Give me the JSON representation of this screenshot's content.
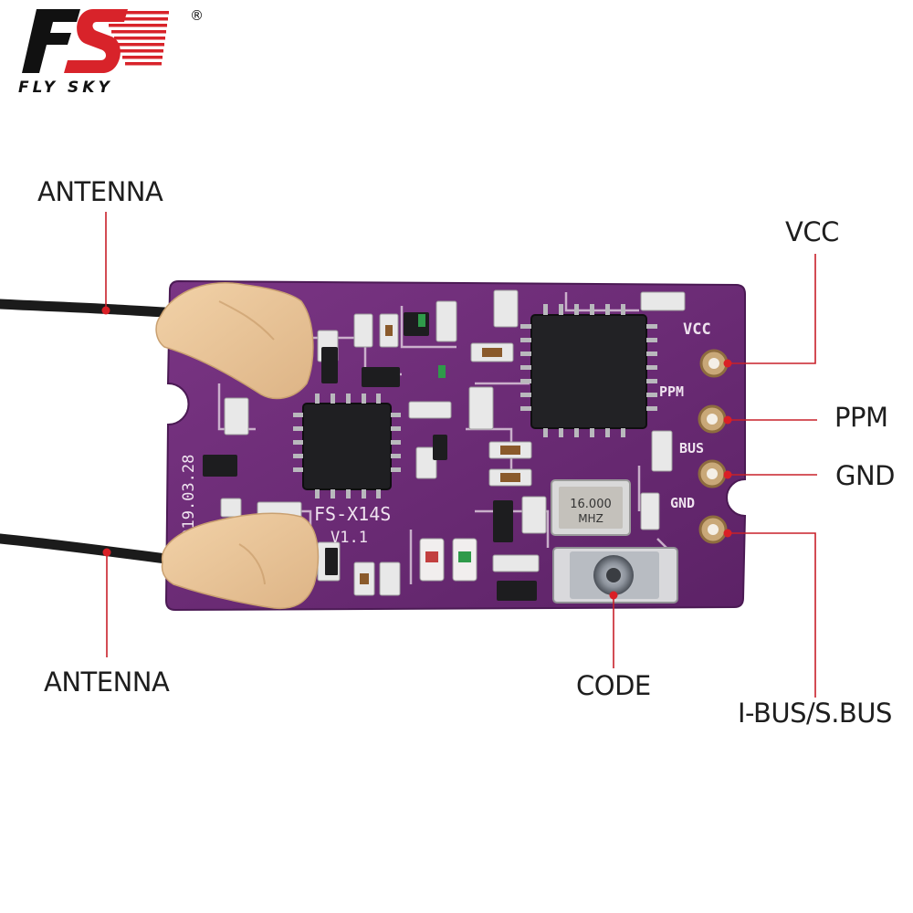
{
  "logo": {
    "brand_text": "FLY SKY",
    "registered_mark": "®",
    "brand_red": "#d8232a"
  },
  "board": {
    "model_silkscreen": "FS-X14S",
    "version_silkscreen": "V1.1",
    "date_silkscreen": "2019.03.28",
    "pad_silkscreen": [
      "VCC",
      "PPM",
      "BUS",
      "GND"
    ],
    "crystal_line1": "16.000",
    "crystal_line2": "MHZ",
    "pcb_color": "#6a2a73"
  },
  "callouts": {
    "antenna_top": "ANTENNA",
    "antenna_bottom": "ANTENNA",
    "vcc": "VCC",
    "ppm": "PPM",
    "gnd": "GND",
    "code": "CODE",
    "ibus_sbus": "I-BUS/S.BUS",
    "line_color": "#c8202a"
  }
}
